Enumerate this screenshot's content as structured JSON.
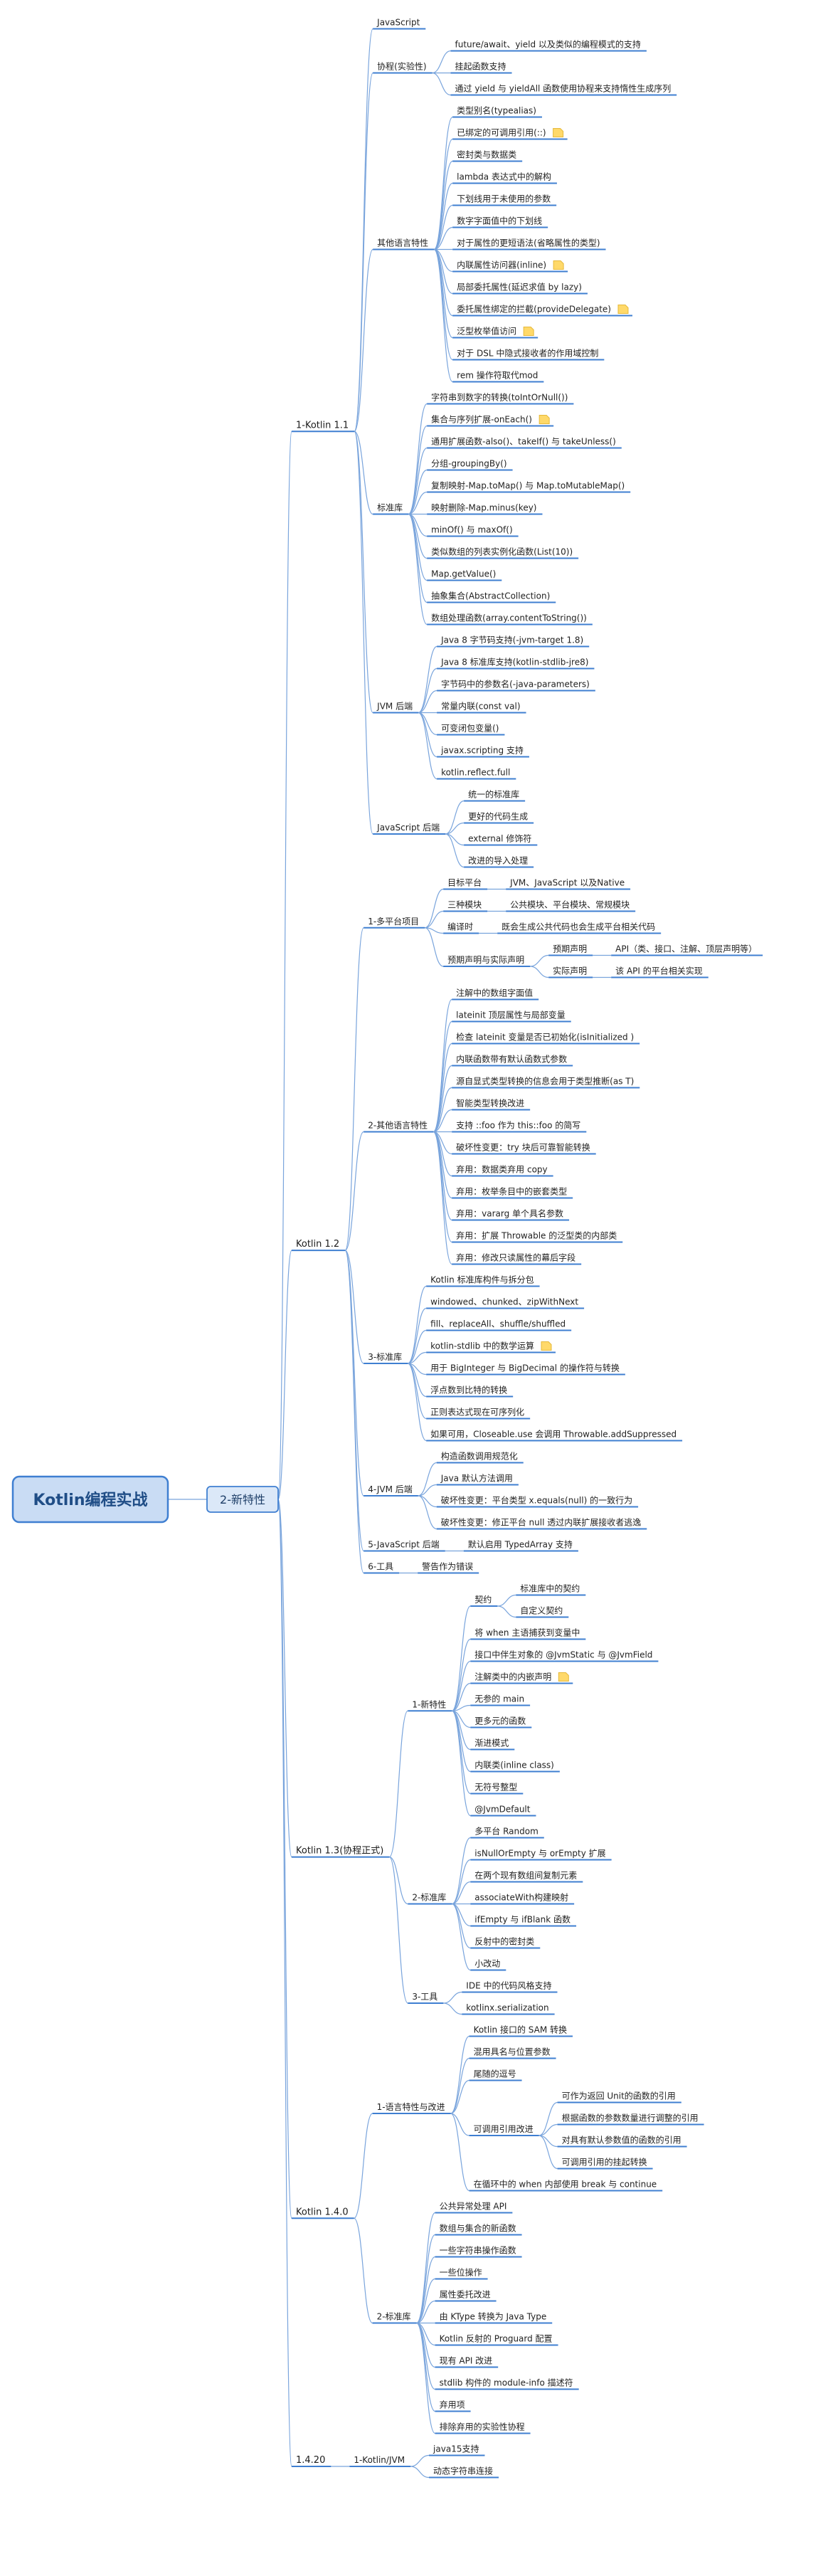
{
  "root": {
    "label": "Kotlin编程实战"
  },
  "level0": {
    "label": "2-新特性"
  },
  "accent_color": "#3f7fd1",
  "connector_color": "#79a4dc",
  "note_icon_color": "#ffd96a",
  "versions": [
    {
      "label": "1-Kotlin 1.1",
      "children": [
        {
          "label": "JavaScript"
        },
        {
          "label": "协程(实验性)",
          "children": [
            {
              "label": "future/await、yield 以及类似的编程模式的支持"
            },
            {
              "label": "挂起函数支持"
            },
            {
              "label": "通过 yield 与 yieldAll 函数使用协程来支持惰性生成序列"
            }
          ]
        },
        {
          "label": "其他语言特性",
          "children": [
            {
              "label": "类型别名(typealias)"
            },
            {
              "label": "已绑定的可调用引用(::)",
              "note": true
            },
            {
              "label": "密封类与数据类"
            },
            {
              "label": "lambda 表达式中的解构"
            },
            {
              "label": "下划线用于未使用的参数"
            },
            {
              "label": "数字字面值中的下划线"
            },
            {
              "label": "对于属性的更短语法(省略属性的类型)"
            },
            {
              "label": "内联属性访问器(inline)",
              "note": true
            },
            {
              "label": "局部委托属性(延迟求值 by lazy)"
            },
            {
              "label": "委托属性绑定的拦截(provideDelegate)",
              "note": true
            },
            {
              "label": "泛型枚举值访问",
              "note": true
            },
            {
              "label": "对于 DSL 中隐式接收者的作用域控制"
            },
            {
              "label": "rem 操作符取代mod"
            }
          ]
        },
        {
          "label": "标准库",
          "children": [
            {
              "label": "字符串到数字的转换(toIntOrNull())"
            },
            {
              "label": "集合与序列扩展-onEach()",
              "note": true
            },
            {
              "label": "通用扩展函数-also()、takeIf() 与 takeUnless()"
            },
            {
              "label": "分组-groupingBy()"
            },
            {
              "label": "复制映射-Map.toMap() 与 Map.toMutableMap()"
            },
            {
              "label": "映射删除-Map.minus(key)"
            },
            {
              "label": "minOf() 与 maxOf()"
            },
            {
              "label": "类似数组的列表实例化函数(List(10))"
            },
            {
              "label": "Map.getValue()"
            },
            {
              "label": "抽象集合(AbstractCollection)"
            },
            {
              "label": "数组处理函数(array.contentToString())"
            }
          ]
        },
        {
          "label": "JVM 后端",
          "children": [
            {
              "label": "Java 8 字节码支持(-jvm-target 1.8)"
            },
            {
              "label": "Java 8 标准库支持(kotlin-stdlib-jre8)"
            },
            {
              "label": "字节码中的参数名(-java-parameters)"
            },
            {
              "label": "常量内联(const val)"
            },
            {
              "label": "可变闭包变量()"
            },
            {
              "label": "javax.scripting 支持"
            },
            {
              "label": "kotlin.reflect.full"
            }
          ]
        },
        {
          "label": "JavaScript 后端",
          "children": [
            {
              "label": "统一的标准库"
            },
            {
              "label": "更好的代码生成"
            },
            {
              "label": "external 修饰符"
            },
            {
              "label": "改进的导入处理"
            }
          ]
        }
      ]
    },
    {
      "label": "Kotlin 1.2",
      "children": [
        {
          "label": "1-多平台项目",
          "children": [
            {
              "label": "目标平台",
              "children": [
                {
                  "label": "JVM、JavaScript 以及Native"
                }
              ]
            },
            {
              "label": "三种模块",
              "children": [
                {
                  "label": "公共模块、平台模块、常规模块"
                }
              ]
            },
            {
              "label": "编译时",
              "children": [
                {
                  "label": "既会生成公共代码也会生成平台相关代码"
                }
              ]
            },
            {
              "label": "预期声明与实际声明",
              "children": [
                {
                  "label": "预期声明",
                  "children": [
                    {
                      "label": "API（类、接口、注解、顶层声明等）"
                    }
                  ]
                },
                {
                  "label": "实际声明",
                  "children": [
                    {
                      "label": "该 API 的平台相关实现"
                    }
                  ]
                }
              ]
            }
          ]
        },
        {
          "label": "2-其他语言特性",
          "children": [
            {
              "label": "注解中的数组字面值"
            },
            {
              "label": "lateinit 顶层属性与局部变量"
            },
            {
              "label": "检查 lateinit 变量是否已初始化(isInitialized )"
            },
            {
              "label": "内联函数带有默认函数式参数"
            },
            {
              "label": "源自显式类型转换的信息会用于类型推断(as T)"
            },
            {
              "label": "智能类型转换改进"
            },
            {
              "label": "支持 ::foo 作为 this::foo 的简写"
            },
            {
              "label": "破坏性变更：try 块后可靠智能转换"
            },
            {
              "label": "弃用：数据类弃用 copy"
            },
            {
              "label": "弃用：枚举条目中的嵌套类型"
            },
            {
              "label": "弃用：vararg 单个具名参数"
            },
            {
              "label": "弃用：扩展 Throwable 的泛型类的内部类"
            },
            {
              "label": "弃用：修改只读属性的幕后字段"
            }
          ]
        },
        {
          "label": "3-标准库",
          "children": [
            {
              "label": "Kotlin 标准库构件与拆分包"
            },
            {
              "label": "windowed、chunked、zipWithNext"
            },
            {
              "label": "fill、replaceAll、shuffle/shuffled"
            },
            {
              "label": "kotlin-stdlib 中的数学运算",
              "note": true
            },
            {
              "label": "用于 BigInteger 与 BigDecimal 的操作符与转换"
            },
            {
              "label": "浮点数到比特的转换"
            },
            {
              "label": "正则表达式现在可序列化"
            },
            {
              "label": "如果可用，Closeable.use 会调用 Throwable.addSuppressed"
            }
          ]
        },
        {
          "label": "4-JVM 后端",
          "children": [
            {
              "label": "构造函数调用规范化"
            },
            {
              "label": "Java 默认方法调用"
            },
            {
              "label": "破坏性变更：平台类型 x.equals(null) 的一致行为"
            },
            {
              "label": "破坏性变更：修正平台 null 透过内联扩展接收者逃逸"
            }
          ]
        },
        {
          "label": "5-JavaScript 后端",
          "children": [
            {
              "label": "默认启用 TypedArray 支持"
            }
          ]
        },
        {
          "label": "6-工具",
          "children": [
            {
              "label": "警告作为错误"
            }
          ]
        }
      ]
    },
    {
      "label": "Kotlin 1.3(协程正式)",
      "children": [
        {
          "label": "1-新特性",
          "children": [
            {
              "label": "契约",
              "children": [
                {
                  "label": "标准库中的契约"
                },
                {
                  "label": "自定义契约"
                }
              ]
            },
            {
              "label": "将 when 主语捕获到变量中"
            },
            {
              "label": "接口中伴生对象的 @JvmStatic 与 @JvmField"
            },
            {
              "label": "注解类中的内嵌声明",
              "note": true
            },
            {
              "label": "无参的 main"
            },
            {
              "label": "更多元的函数"
            },
            {
              "label": "渐进模式"
            },
            {
              "label": "内联类(inline class)"
            },
            {
              "label": "无符号整型"
            },
            {
              "label": "@JvmDefault"
            }
          ]
        },
        {
          "label": "2-标准库",
          "children": [
            {
              "label": "多平台 Random"
            },
            {
              "label": "isNullOrEmpty 与 orEmpty 扩展"
            },
            {
              "label": "在两个现有数组间复制元素"
            },
            {
              "label": "associateWith构建映射"
            },
            {
              "label": "ifEmpty 与 ifBlank 函数"
            },
            {
              "label": "反射中的密封类"
            },
            {
              "label": "小改动"
            }
          ]
        },
        {
          "label": "3-工具",
          "children": [
            {
              "label": "IDE 中的代码风格支持"
            },
            {
              "label": "kotlinx.serialization"
            }
          ]
        }
      ]
    },
    {
      "label": "Kotlin 1.4.0",
      "children": [
        {
          "label": "1-语言特性与改进",
          "children": [
            {
              "label": "Kotlin 接口的 SAM 转换"
            },
            {
              "label": "混用具名与位置参数"
            },
            {
              "label": "尾随的逗号"
            },
            {
              "label": "可调用引用改进",
              "children": [
                {
                  "label": "可作为返回 Unit的函数的引用"
                },
                {
                  "label": "根据函数的参数数量进行调整的引用"
                },
                {
                  "label": "对具有默认参数值的函数的引用"
                },
                {
                  "label": "可调用引用的挂起转换"
                }
              ]
            },
            {
              "label": "在循环中的 when 内部使用 break 与 continue"
            }
          ]
        },
        {
          "label": "2-标准库",
          "children": [
            {
              "label": "公共异常处理 API"
            },
            {
              "label": "数组与集合的新函数"
            },
            {
              "label": "一些字符串操作函数"
            },
            {
              "label": "一些位操作"
            },
            {
              "label": "属性委托改进"
            },
            {
              "label": "由 KType 转换为 Java Type"
            },
            {
              "label": "Kotlin 反射的 Proguard 配置"
            },
            {
              "label": "现有 API 改进"
            },
            {
              "label": "stdlib 构件的 module-info 描述符"
            },
            {
              "label": "弃用项"
            },
            {
              "label": "排除弃用的实验性协程"
            }
          ]
        }
      ]
    },
    {
      "label": "1.4.20",
      "children": [
        {
          "label": "1-Kotlin/JVM",
          "children": [
            {
              "label": "java15支持"
            },
            {
              "label": "动态字符串连接"
            }
          ]
        }
      ]
    }
  ]
}
